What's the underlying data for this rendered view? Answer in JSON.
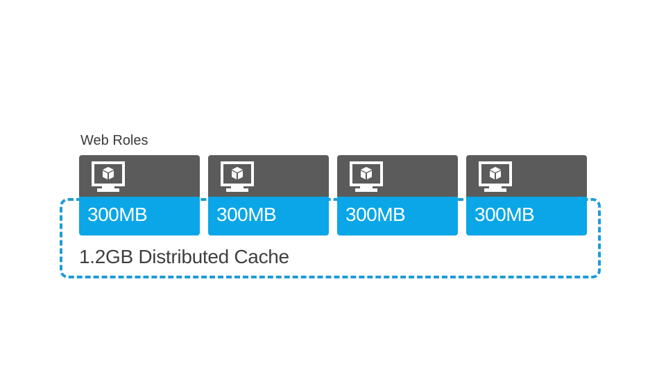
{
  "section_label": "Web Roles",
  "roles": [
    {
      "icon": "monitor-cube-icon",
      "value": "300MB"
    },
    {
      "icon": "monitor-cube-icon",
      "value": "300MB"
    },
    {
      "icon": "monitor-cube-icon",
      "value": "300MB"
    },
    {
      "icon": "monitor-cube-icon",
      "value": "300MB"
    }
  ],
  "cache_label": "1.2GB Distributed Cache",
  "colors": {
    "role_header": "#5b5b5b",
    "role_memory": "#0aa6e8",
    "cache_border": "#1f9bd7"
  }
}
